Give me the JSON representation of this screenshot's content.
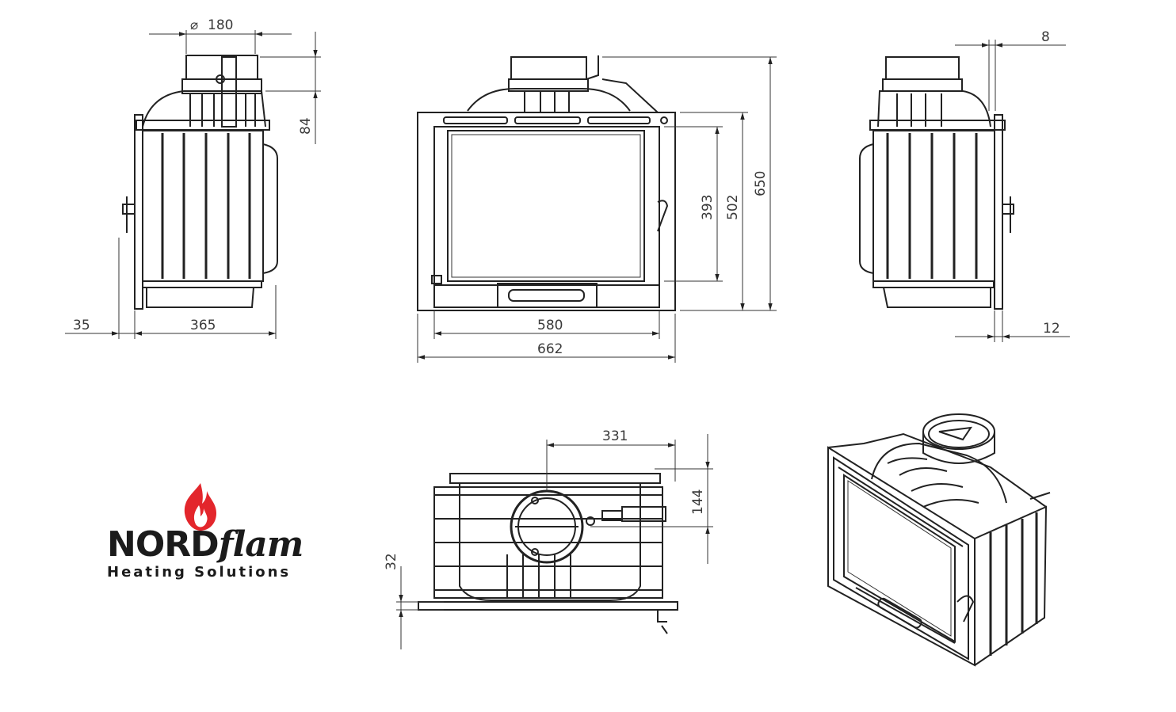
{
  "dimensions": {
    "flue_diameter": "180",
    "flue_height": "84",
    "side_offset": "35",
    "depth": "365",
    "glass_width": "580",
    "total_width": "662",
    "glass_height": "393",
    "door_height": "502",
    "total_height": "650",
    "top_offset": "8",
    "bottom_offset": "12",
    "flue_center_x": "331",
    "flue_center_y": "144",
    "base_offset": "32"
  },
  "brand": {
    "name_bold": "NORD",
    "name_italic": "flam",
    "tagline": "Heating Solutions",
    "flame_color": "#e3262c"
  }
}
